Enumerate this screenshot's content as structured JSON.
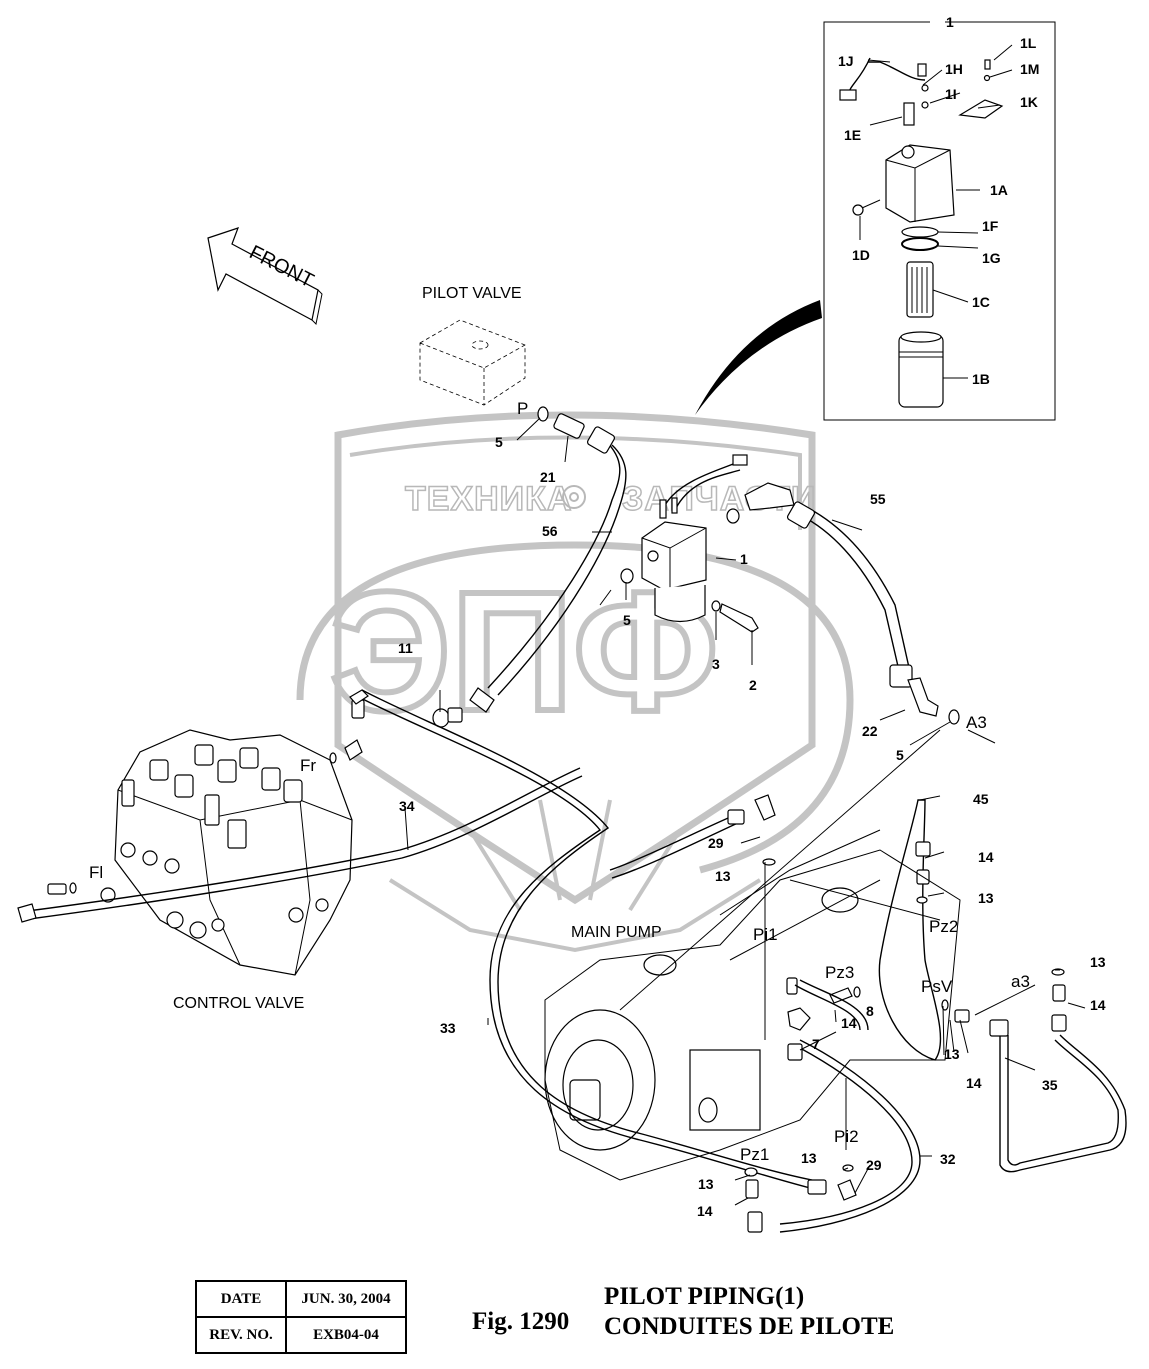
{
  "figure": {
    "number": "Fig. 1290",
    "title_en": "PILOT PIPING(1)",
    "title_fr": "CONDUITES DE PILOTE"
  },
  "title_block": {
    "date_label": "DATE",
    "date_value": "JUN. 30, 2004",
    "rev_label": "REV. NO.",
    "rev_value": "EXB04-04"
  },
  "direction_arrow": {
    "label": "FRONT"
  },
  "watermark": {
    "text_left": "ТЕХНИКА",
    "text_right": "ЗАПЧАСТИ",
    "logo": "ЭПФ",
    "icon": "gear-icon"
  },
  "components": {
    "pilot_valve": "PILOT VALVE",
    "control_valve": "CONTROL VALVE",
    "main_pump": "MAIN PUMP"
  },
  "detail_box": {
    "title": "1",
    "callouts": [
      "1J",
      "1H",
      "1L",
      "1M",
      "1I",
      "1K",
      "1E",
      "1A",
      "1F",
      "1D",
      "1G",
      "1C",
      "1B"
    ]
  },
  "ports": {
    "P": "P",
    "Fr": "Fr",
    "Fl": "Fl",
    "A3": "A3",
    "Pi1": "Pi1",
    "Pi2": "Pi2",
    "Pz1": "Pz1",
    "Pz2": "Pz2",
    "Pz3": "Pz3",
    "PsV": "PsV",
    "a3": "a3"
  },
  "callouts": {
    "c5a": "5",
    "c21": "21",
    "c56": "56",
    "c1": "1",
    "c55": "55",
    "c5b": "5",
    "c11": "11",
    "c3": "3",
    "c2": "2",
    "c22": "22",
    "c5c": "5",
    "c34": "34",
    "c45": "45",
    "c29a": "29",
    "c13a": "13",
    "c14a": "14",
    "c13b": "13",
    "c13c": "13",
    "c14b": "14",
    "c8": "8",
    "c14c": "14",
    "c7": "7",
    "c13d": "13",
    "c14d": "14",
    "c35": "35",
    "c33": "33",
    "c32": "32",
    "c13e": "13",
    "c29b": "29",
    "c13f": "13",
    "c14e": "14"
  }
}
